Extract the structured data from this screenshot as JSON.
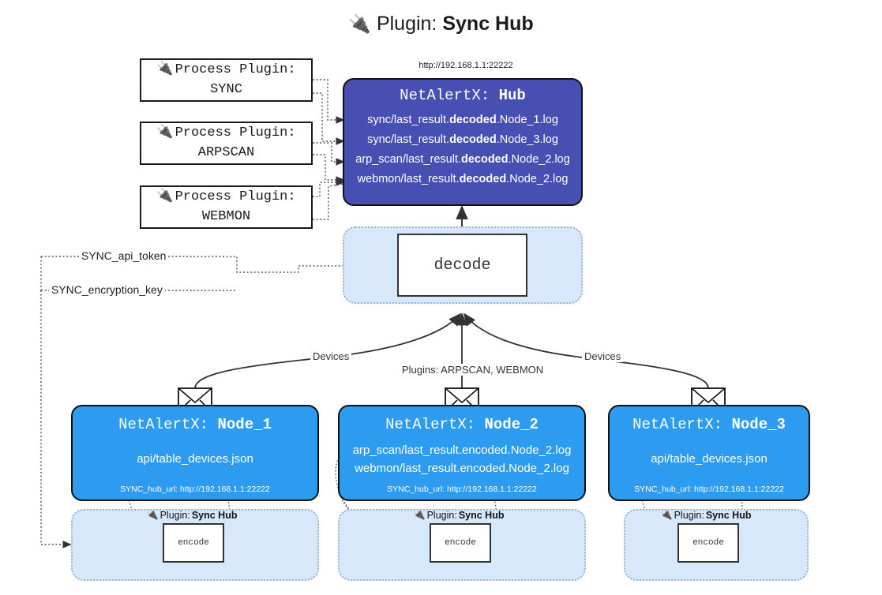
{
  "title": {
    "icon": "plug-icon",
    "label": "Plugin:",
    "value": "Sync Hub"
  },
  "hub_url": "http://192.168.1.1:22222",
  "process_plugins": [
    {
      "icon": "plug-icon",
      "label": "Process Plugin:",
      "value": "SYNC"
    },
    {
      "icon": "plug-icon",
      "label": "Process Plugin:",
      "value": "ARPSCAN"
    },
    {
      "icon": "plug-icon",
      "label": "Process Plugin:",
      "value": "WEBMON"
    }
  ],
  "hub": {
    "prefix": "NetAlertX:",
    "name": "Hub",
    "logs": [
      {
        "pre": "sync/last_result.",
        "mid": "decoded",
        "post": ".Node_1.log"
      },
      {
        "pre": "sync/last_result.",
        "mid": "decoded",
        "post": ".Node_3.log"
      },
      {
        "pre": "arp_scan/last_result.",
        "mid": "decoded",
        "post": ".Node_2.log"
      },
      {
        "pre": "webmon/last_result.",
        "mid": "decoded",
        "post": ".Node_2.log"
      }
    ]
  },
  "decode": {
    "label": "decode"
  },
  "secrets": {
    "api_token": "SYNC_api_token",
    "encryption_key": "SYNC_encryption_key"
  },
  "edge_labels": {
    "left_devices": "Devices",
    "center_plugins": "Plugins: ARPSCAN, WEBMON",
    "right_devices": "Devices"
  },
  "nodes": [
    {
      "prefix": "NetAlertX:",
      "name": "Node_1",
      "lines": [
        "api/table_devices.json"
      ],
      "footer": "SYNC_hub_url: http://192.168.1.1:22222",
      "plugin_caption": {
        "icon": "plug-icon",
        "label": "Plugin:",
        "value": "Sync Hub"
      },
      "encode": "encode",
      "envelope": "envelope-icon"
    },
    {
      "prefix": "NetAlertX:",
      "name": "Node_2",
      "lines": [
        "arp_scan/last_result.encoded.Node_2.log",
        "webmon/last_result.encoded.Node_2.log"
      ],
      "footer": "SYNC_hub_url: http://192.168.1.1:22222",
      "plugin_caption": {
        "icon": "plug-icon",
        "label": "Plugin:",
        "value": "Sync Hub"
      },
      "encode": "encode",
      "envelope": "envelope-icon"
    },
    {
      "prefix": "NetAlertX:",
      "name": "Node_3",
      "lines": [
        "api/table_devices.json"
      ],
      "footer": "SYNC_hub_url: http://192.168.1.1:22222",
      "plugin_caption": {
        "icon": "plug-icon",
        "label": "Plugin:",
        "value": "Sync Hub"
      },
      "encode": "encode",
      "envelope": "envelope-icon"
    }
  ],
  "colors": {
    "hub_fill": "#4750b2",
    "node_fill": "#2d9bf0",
    "cluster_fill": "#d7e8fb",
    "cluster_stroke": "#9ab6cf",
    "stroke": "#333333",
    "white": "#ffffff"
  }
}
